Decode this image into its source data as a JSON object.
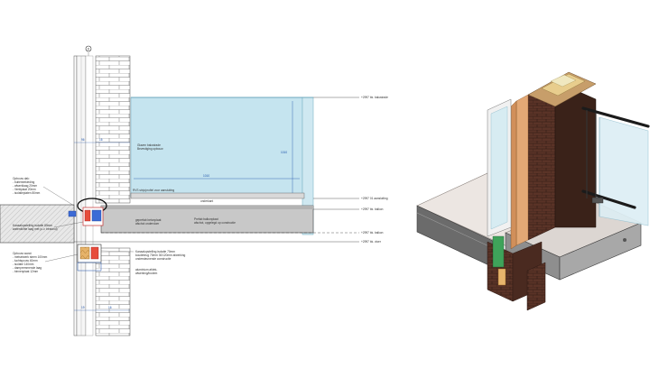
{
  "drawing": {
    "grid_marker": "D",
    "left_labels": {
      "top": [
        "Opbouw dak:",
        "- buitenbekleding",
        "- afwerklaag 20mm",
        "- Ventiplaat 20mm",
        "- isolatieplaten 80mm"
      ],
      "mid": [
        "Kanaalopstelling isolatie 80mm",
        "waterdichte laag met (u.v. bestand)"
      ],
      "bottom": [
        "Opbouw wand:",
        "- metselwerk steen 100mm",
        "- luchtspouw 40mm",
        "- isolatie 140mm",
        "- dampremmende laag",
        "- binnenplaat 12mm"
      ]
    },
    "center_labels": {
      "glass": [
        "Glazen balustrade",
        "Bevestiging opbouw"
      ],
      "rail": "RVS strip/profiel voor aansluiting",
      "slab": [
        "geprefab betonplaat",
        "afschot ondervloer"
      ],
      "slab2": [
        "Prefab balkonplaat",
        "afschot, opgelegd op constructie"
      ],
      "under": "onderkant",
      "ins": [
        "Kanaalopstelling isolatie 70mm",
        "koudebrug 70mm 30/120mm afwerking",
        "ondersteunende constructie"
      ],
      "bottom": [
        "aluminium afdek-",
        "afwerking/bodem"
      ]
    },
    "levels": [
      "+2997 bk. balustrade",
      "+2997 01 aansluiting",
      "+2997 bk. balkon",
      "+2997 bk. balkon",
      "+2997 bk. vloer"
    ],
    "dims": [
      "1010",
      "96",
      "16",
      "19"
    ]
  }
}
